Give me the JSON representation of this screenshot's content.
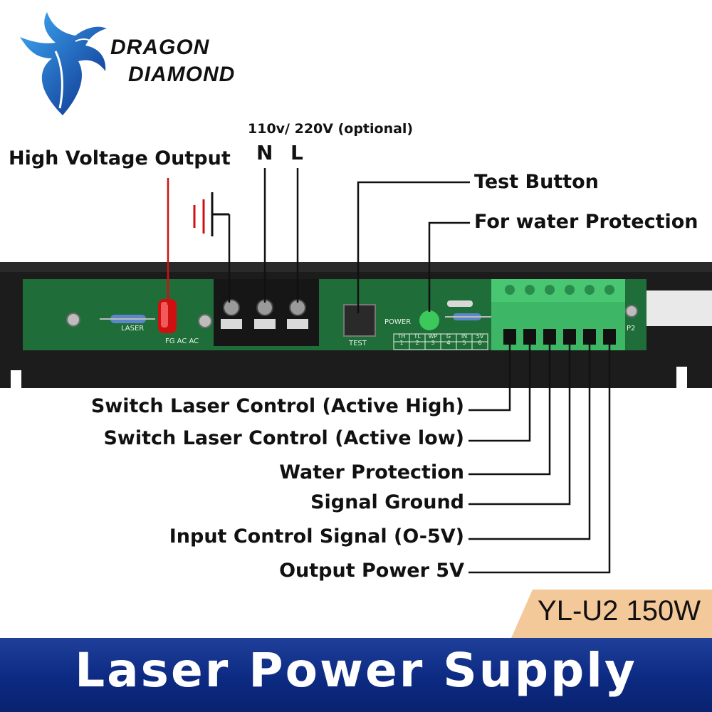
{
  "brand": {
    "line1": "DRAGON",
    "line2": "DIAMOND"
  },
  "labels": {
    "voltage_note": "110v/ 220V (optional)",
    "n": "N",
    "l": "L",
    "high_voltage_output": "High Voltage Output",
    "test_button": "Test Button",
    "water_protection_top": "For water Protection",
    "switch_high": "Switch Laser Control (Active High)",
    "switch_low": "Switch Laser Control (Active low)",
    "water_protection": "Water Protection",
    "signal_ground": "Signal Ground",
    "input_control": "Input Control Signal (O-5V)",
    "output_power": "Output Power 5V"
  },
  "pcb": {
    "laser": "LASER",
    "fg_ac_ac": "FG AC AC",
    "test": "TEST",
    "power": "POWER",
    "p2": "P2",
    "pins": [
      {
        "name": "TH",
        "num": "1"
      },
      {
        "name": "TL",
        "num": "2"
      },
      {
        "name": "WP",
        "num": "3"
      },
      {
        "name": "G",
        "num": "4"
      },
      {
        "name": "IN",
        "num": "5"
      },
      {
        "name": "5V",
        "num": "6"
      }
    ]
  },
  "model": "YL-U2 150W",
  "banner": "Laser Power Supply",
  "colors": {
    "pcb_green": "#1f6e3a",
    "connector_green": "#3db765",
    "banner_blue": "#0c2a82",
    "accent_peach": "#f4c99a",
    "laser_led_red": "#d01010"
  }
}
